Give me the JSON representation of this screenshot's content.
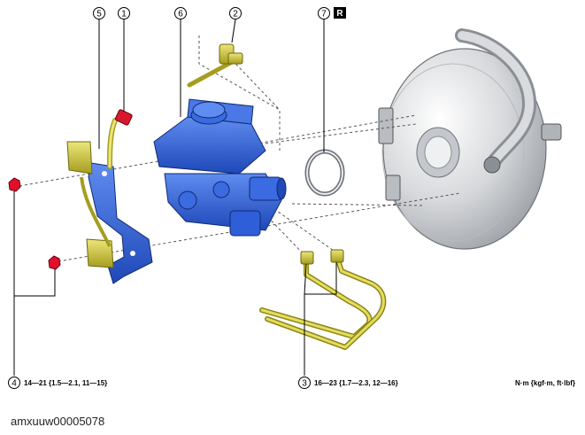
{
  "callouts": {
    "c1": "1",
    "c2": "2",
    "c3": "3",
    "c4": "4",
    "c5": "5",
    "c6": "6",
    "c7": "7",
    "r_badge": "R"
  },
  "torque": {
    "nuts_4": "14—21 {1.5—2.1, 11—15}",
    "pipes_3": "16—23 {1.7—2.3, 12—16}",
    "units": "N·m {kgf·m, ft·lbf}"
  },
  "caption": "amxuuw00005078",
  "colors": {
    "master_cylinder": "#2f5fd8",
    "bracket": "#2f5fd8",
    "pipes": "#c9c23a",
    "nuts": "#e0102a",
    "booster": "#d7d9dc"
  }
}
